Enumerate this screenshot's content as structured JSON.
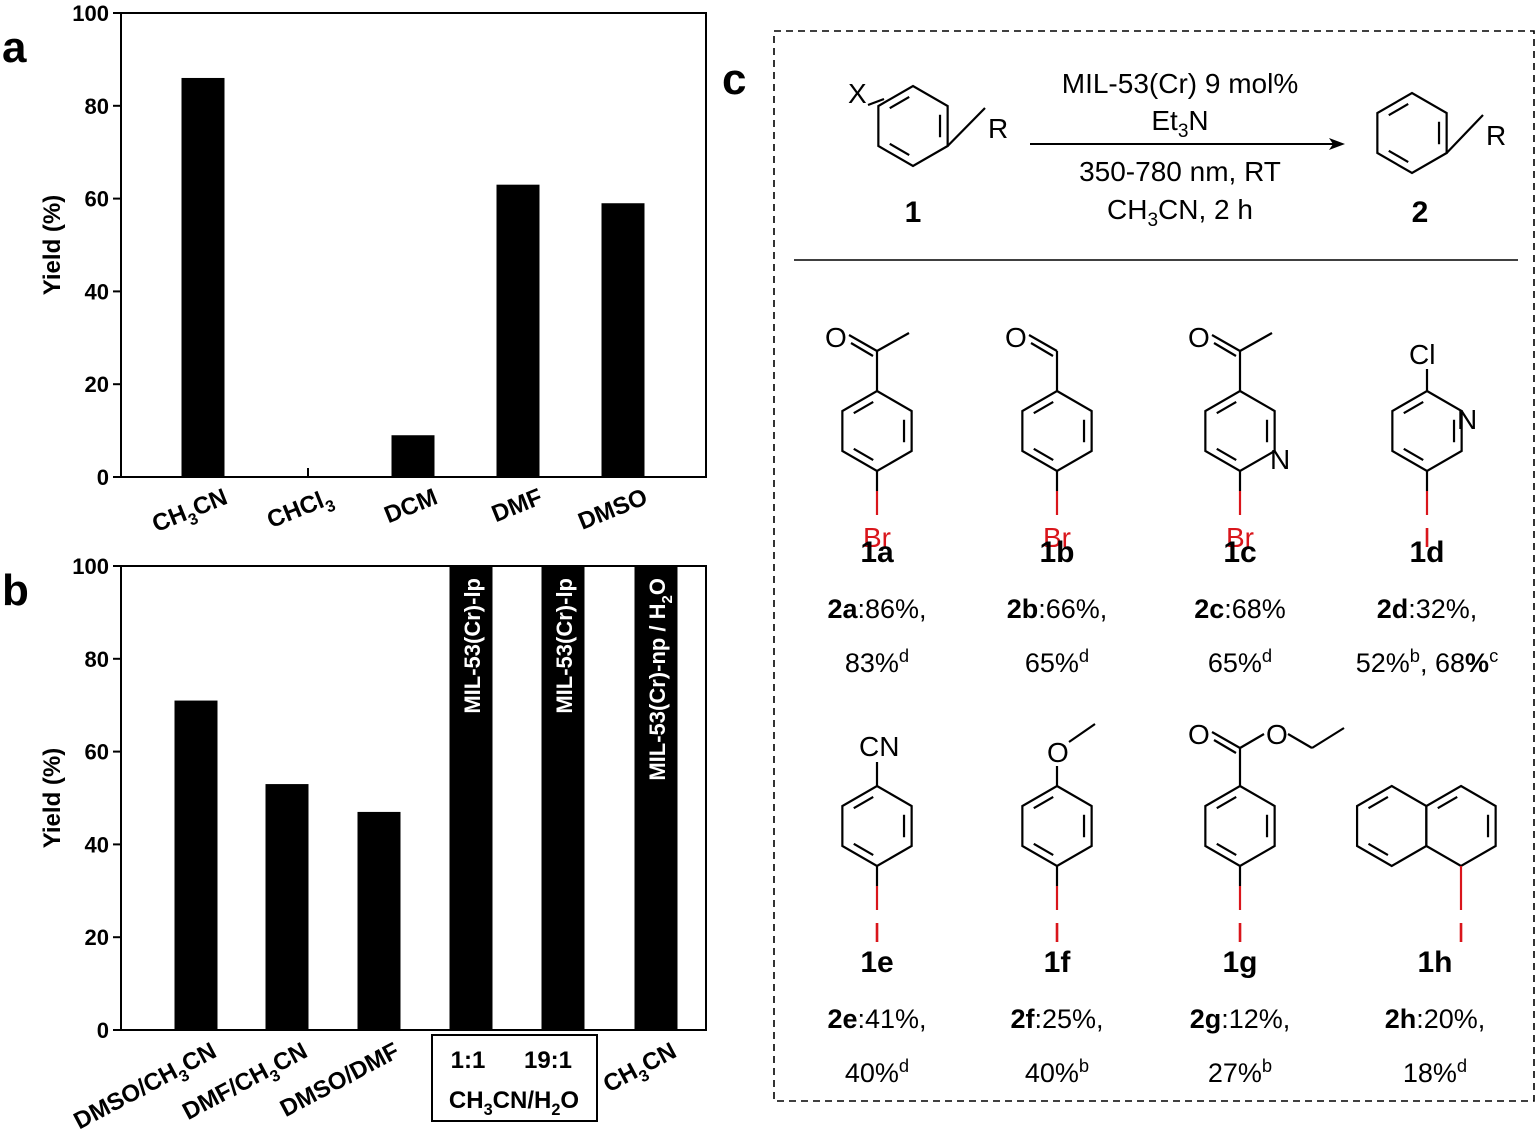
{
  "panels": {
    "a": "a",
    "b": "b",
    "c": "c"
  },
  "chart_data": [
    {
      "type": "bar",
      "panel": "a",
      "ylabel": "Yield (%)",
      "ylim": [
        0,
        100
      ],
      "yticks": [
        "0",
        "20",
        "40",
        "60",
        "80",
        "100"
      ],
      "categories": [
        {
          "parts": [
            {
              "t": "CH"
            },
            {
              "t": "3",
              "sub": true
            },
            {
              "t": "CN"
            }
          ]
        },
        {
          "parts": [
            {
              "t": "CHCl"
            },
            {
              "t": "3",
              "sub": true
            }
          ]
        },
        {
          "parts": [
            {
              "t": "DCM"
            }
          ]
        },
        {
          "parts": [
            {
              "t": "DMF"
            }
          ]
        },
        {
          "parts": [
            {
              "t": "DMSO"
            }
          ]
        }
      ],
      "values": [
        86,
        0,
        9,
        63,
        59
      ]
    },
    {
      "type": "bar",
      "panel": "b",
      "ylabel": "Yield (%)",
      "ylim": [
        0,
        100
      ],
      "yticks": [
        "0",
        "20",
        "40",
        "60",
        "80",
        "100"
      ],
      "categories": [
        {
          "parts": [
            {
              "t": "DMSO/CH"
            },
            {
              "t": "3",
              "sub": true
            },
            {
              "t": "CN"
            }
          ]
        },
        {
          "parts": [
            {
              "t": "DMF/CH"
            },
            {
              "t": "3",
              "sub": true
            },
            {
              "t": "CN"
            }
          ]
        },
        {
          "parts": [
            {
              "t": "DMSO/DMF"
            }
          ]
        },
        {
          "parts": [
            {
              "t": "1:1"
            }
          ]
        },
        {
          "parts": [
            {
              "t": "19:1"
            }
          ]
        },
        {
          "parts": [
            {
              "t": "CH"
            },
            {
              "t": "3",
              "sub": true
            },
            {
              "t": "CN"
            }
          ]
        }
      ],
      "values": [
        71,
        53,
        47,
        100,
        100,
        100
      ],
      "bar_labels": [
        null,
        null,
        null,
        {
          "parts": [
            {
              "t": "MIL-53(Cr)-lp"
            }
          ]
        },
        {
          "parts": [
            {
              "t": "MIL-53(Cr)-lp"
            }
          ]
        },
        {
          "parts": [
            {
              "t": "MIL-53(Cr)-np / H"
            },
            {
              "t": "2",
              "sub": true
            },
            {
              "t": "O"
            }
          ]
        }
      ],
      "group_label": {
        "parts": [
          {
            "t": "CH"
          },
          {
            "t": "3",
            "sub": true
          },
          {
            "t": "CN/H"
          },
          {
            "t": "2",
            "sub": true
          },
          {
            "t": "O"
          }
        ]
      }
    }
  ],
  "reaction": {
    "x_label": "X",
    "r_label": "R",
    "cond1": "MIL-53(Cr) 9 mol%",
    "cond2": {
      "parts": [
        {
          "t": "Et"
        },
        {
          "t": "3",
          "sub": true
        },
        {
          "t": "N"
        }
      ]
    },
    "cond3": "350-780 nm, RT",
    "cond4": {
      "parts": [
        {
          "t": "CH"
        },
        {
          "t": "3",
          "sub": true
        },
        {
          "t": "CN, 2 h"
        }
      ]
    },
    "reactant": "1",
    "product": "2"
  },
  "atoms": {
    "O": "O",
    "Br": "Br",
    "N": "N",
    "Cl": "Cl",
    "I": "I",
    "CN": "CN"
  },
  "compounds": [
    {
      "id": "1a",
      "line1": [
        {
          "t": "2a",
          "b": true
        },
        {
          "t": ":86%,"
        }
      ],
      "line2": [
        {
          "t": "83%"
        },
        {
          "t": "d",
          "sup": true
        }
      ]
    },
    {
      "id": "1b",
      "line1": [
        {
          "t": "2b",
          "b": true
        },
        {
          "t": ":66%,"
        }
      ],
      "line2": [
        {
          "t": "65%"
        },
        {
          "t": "d",
          "sup": true
        }
      ]
    },
    {
      "id": "1c",
      "line1": [
        {
          "t": "2c",
          "b": true
        },
        {
          "t": ":68%"
        }
      ],
      "line2": [
        {
          "t": "65%"
        },
        {
          "t": "d",
          "sup": true
        }
      ]
    },
    {
      "id": "1d",
      "line1": [
        {
          "t": "2d",
          "b": true
        },
        {
          "t": ":32%,"
        }
      ],
      "line2": [
        {
          "t": "52%"
        },
        {
          "t": "b",
          "sup": true
        },
        {
          "t": ", 68"
        },
        {
          "t": "%",
          "b": true
        },
        {
          "t": "c",
          "sup": true
        }
      ]
    },
    {
      "id": "1e",
      "line1": [
        {
          "t": "2e",
          "b": true
        },
        {
          "t": ":41%,"
        }
      ],
      "line2": [
        {
          "t": "40%"
        },
        {
          "t": "d",
          "sup": true
        }
      ]
    },
    {
      "id": "1f",
      "line1": [
        {
          "t": "2f",
          "b": true
        },
        {
          "t": ":25%,"
        }
      ],
      "line2": [
        {
          "t": "40%"
        },
        {
          "t": "b",
          "sup": true
        }
      ]
    },
    {
      "id": "1g",
      "line1": [
        {
          "t": "2g",
          "b": true
        },
        {
          "t": ":12%,"
        }
      ],
      "line2": [
        {
          "t": "27%"
        },
        {
          "t": "b",
          "sup": true
        }
      ]
    },
    {
      "id": "1h",
      "line1": [
        {
          "t": "2h",
          "b": true
        },
        {
          "t": ":20%,"
        }
      ],
      "line2": [
        {
          "t": "18%"
        },
        {
          "t": "d",
          "sup": true
        }
      ]
    }
  ]
}
